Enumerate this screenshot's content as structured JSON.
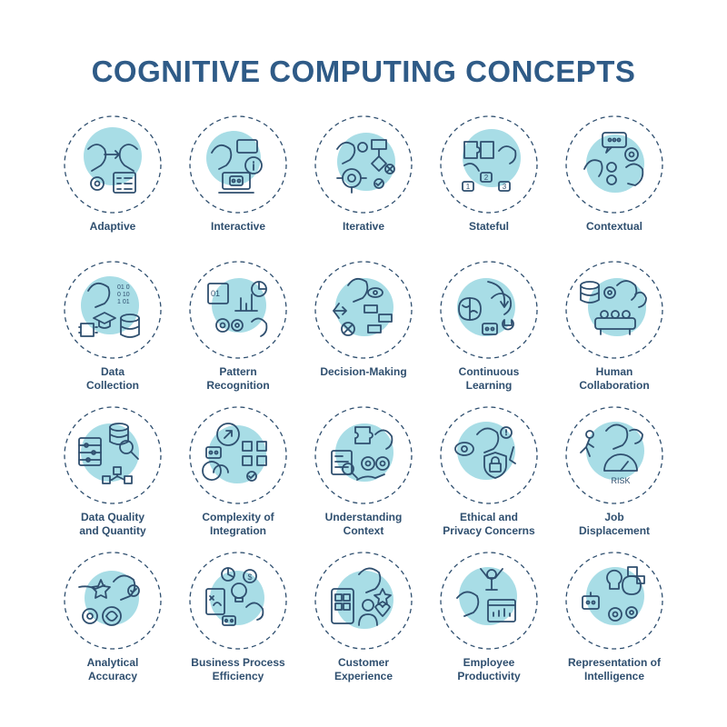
{
  "title": "COGNITIVE COMPUTING CONCEPTS",
  "colors": {
    "title": "#2f5b87",
    "line": "#2f4f6f",
    "fill": "#a8dde6",
    "dash": "#2f4f6f"
  },
  "items": [
    {
      "label": "Adaptive",
      "icon": "adaptive-icon"
    },
    {
      "label": "Interactive",
      "icon": "interactive-icon"
    },
    {
      "label": "Iterative",
      "icon": "iterative-icon"
    },
    {
      "label": "Stateful",
      "icon": "stateful-icon"
    },
    {
      "label": "Contextual",
      "icon": "contextual-icon"
    },
    {
      "label": "Data\nCollection",
      "icon": "data-collection-icon"
    },
    {
      "label": "Pattern\nRecognition",
      "icon": "pattern-recognition-icon"
    },
    {
      "label": "Decision-Making",
      "icon": "decision-making-icon"
    },
    {
      "label": "Continuous\nLearning",
      "icon": "continuous-learning-icon"
    },
    {
      "label": "Human\nCollaboration",
      "icon": "human-collaboration-icon"
    },
    {
      "label": "Data Quality\nand Quantity",
      "icon": "data-quality-icon"
    },
    {
      "label": "Complexity of\nIntegration",
      "icon": "integration-icon"
    },
    {
      "label": "Understanding\nContext",
      "icon": "understanding-context-icon"
    },
    {
      "label": "Ethical and\nPrivacy Concerns",
      "icon": "ethics-privacy-icon"
    },
    {
      "label": "Job\nDisplacement",
      "icon": "job-displacement-icon"
    },
    {
      "label": "Analytical\nAccuracy",
      "icon": "analytical-accuracy-icon"
    },
    {
      "label": "Business Process\nEfficiency",
      "icon": "business-process-icon"
    },
    {
      "label": "Customer\nExperience",
      "icon": "customer-experience-icon"
    },
    {
      "label": "Employee\nProductivity",
      "icon": "employee-productivity-icon"
    },
    {
      "label": "Representation of\nIntelligence",
      "icon": "representation-icon"
    }
  ]
}
